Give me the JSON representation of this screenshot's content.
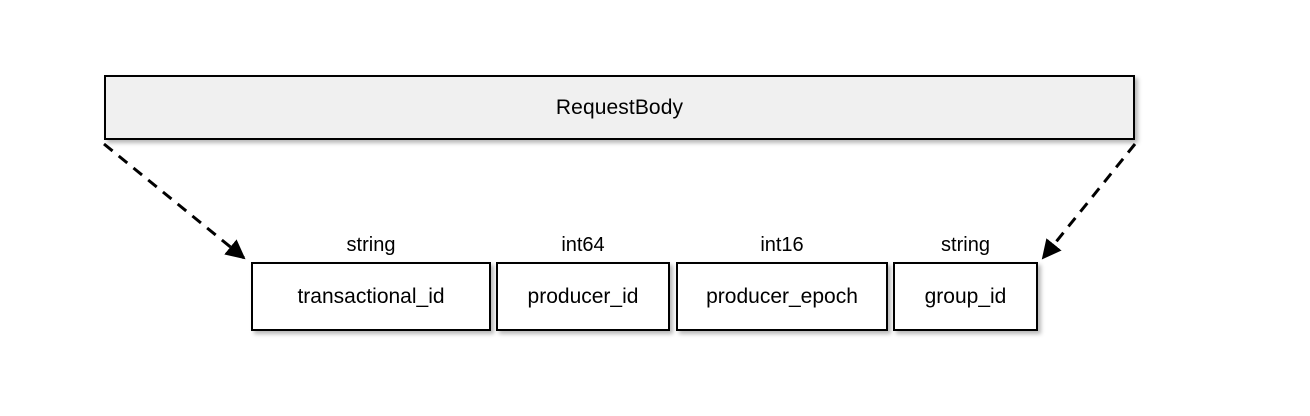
{
  "diagram": {
    "parent": {
      "label": "RequestBody",
      "fill_color": "#f0f0f0",
      "border_color": "#000000"
    },
    "fields": [
      {
        "name": "transactional_id",
        "type": "string"
      },
      {
        "name": "producer_id",
        "type": "int64"
      },
      {
        "name": "producer_epoch",
        "type": "int16"
      },
      {
        "name": "group_id",
        "type": "string"
      }
    ],
    "connectors": [
      {
        "name": "left-expansion-connector",
        "style": "dashed",
        "arrow": "filled-triangle"
      },
      {
        "name": "right-expansion-connector",
        "style": "dashed",
        "arrow": "filled-triangle"
      }
    ],
    "colors": {
      "background": "#ffffff",
      "stroke": "#000000",
      "field_fill": "#ffffff"
    }
  }
}
